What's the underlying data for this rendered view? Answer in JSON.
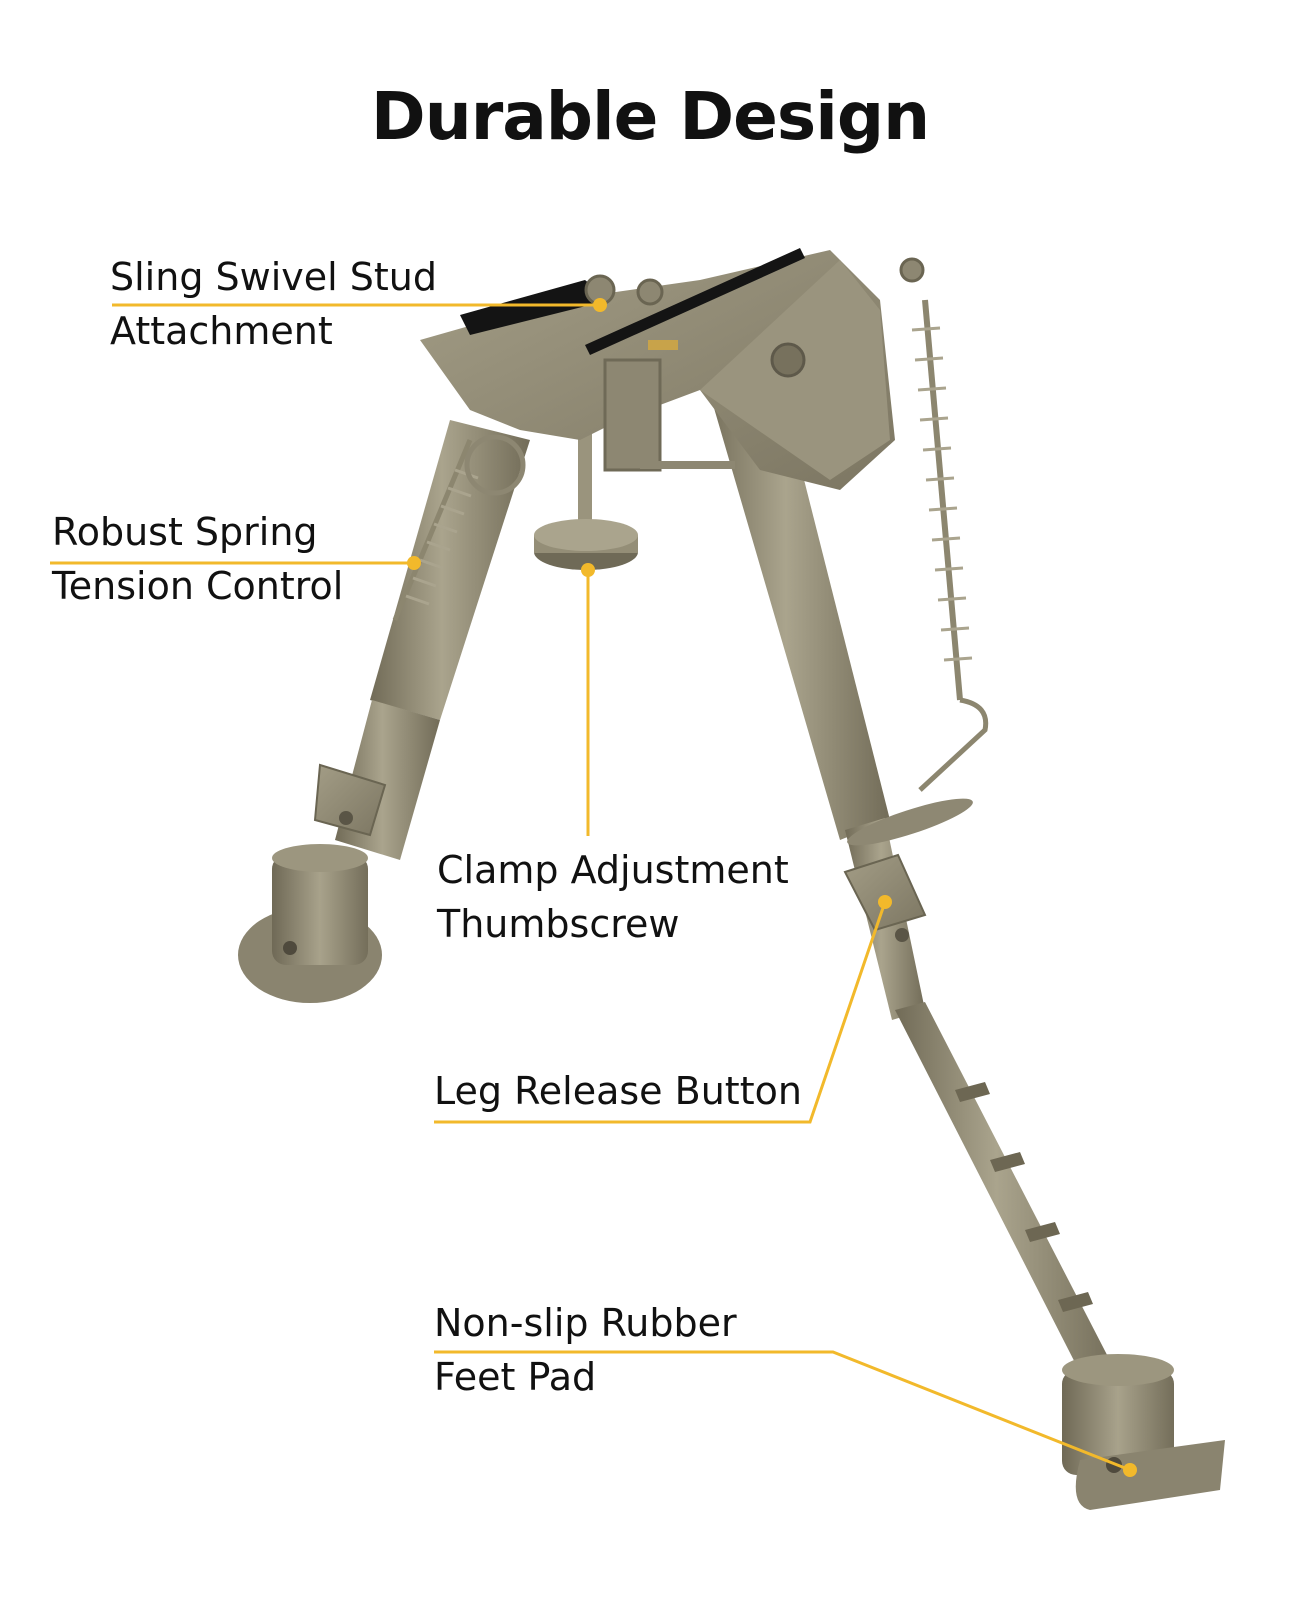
{
  "title": "Durable Design",
  "callouts": {
    "sling": {
      "line1": "Sling Swivel Stud",
      "line2": "Attachment"
    },
    "spring": {
      "line1": "Robust Spring",
      "line2": "Tension Control"
    },
    "clamp": {
      "line1": "Clamp Adjustment",
      "line2": "Thumbscrew"
    },
    "release": {
      "line1": "Leg Release Button"
    },
    "feet": {
      "line1": "Non-slip Rubber",
      "line2": "Feet Pad"
    }
  },
  "colors": {
    "accent": "#f2b92b",
    "metal": "#8d8772",
    "metal_dark": "#6f6a57",
    "metal_light": "#aaa48d",
    "rubber": "#141414",
    "text": "#111111"
  }
}
